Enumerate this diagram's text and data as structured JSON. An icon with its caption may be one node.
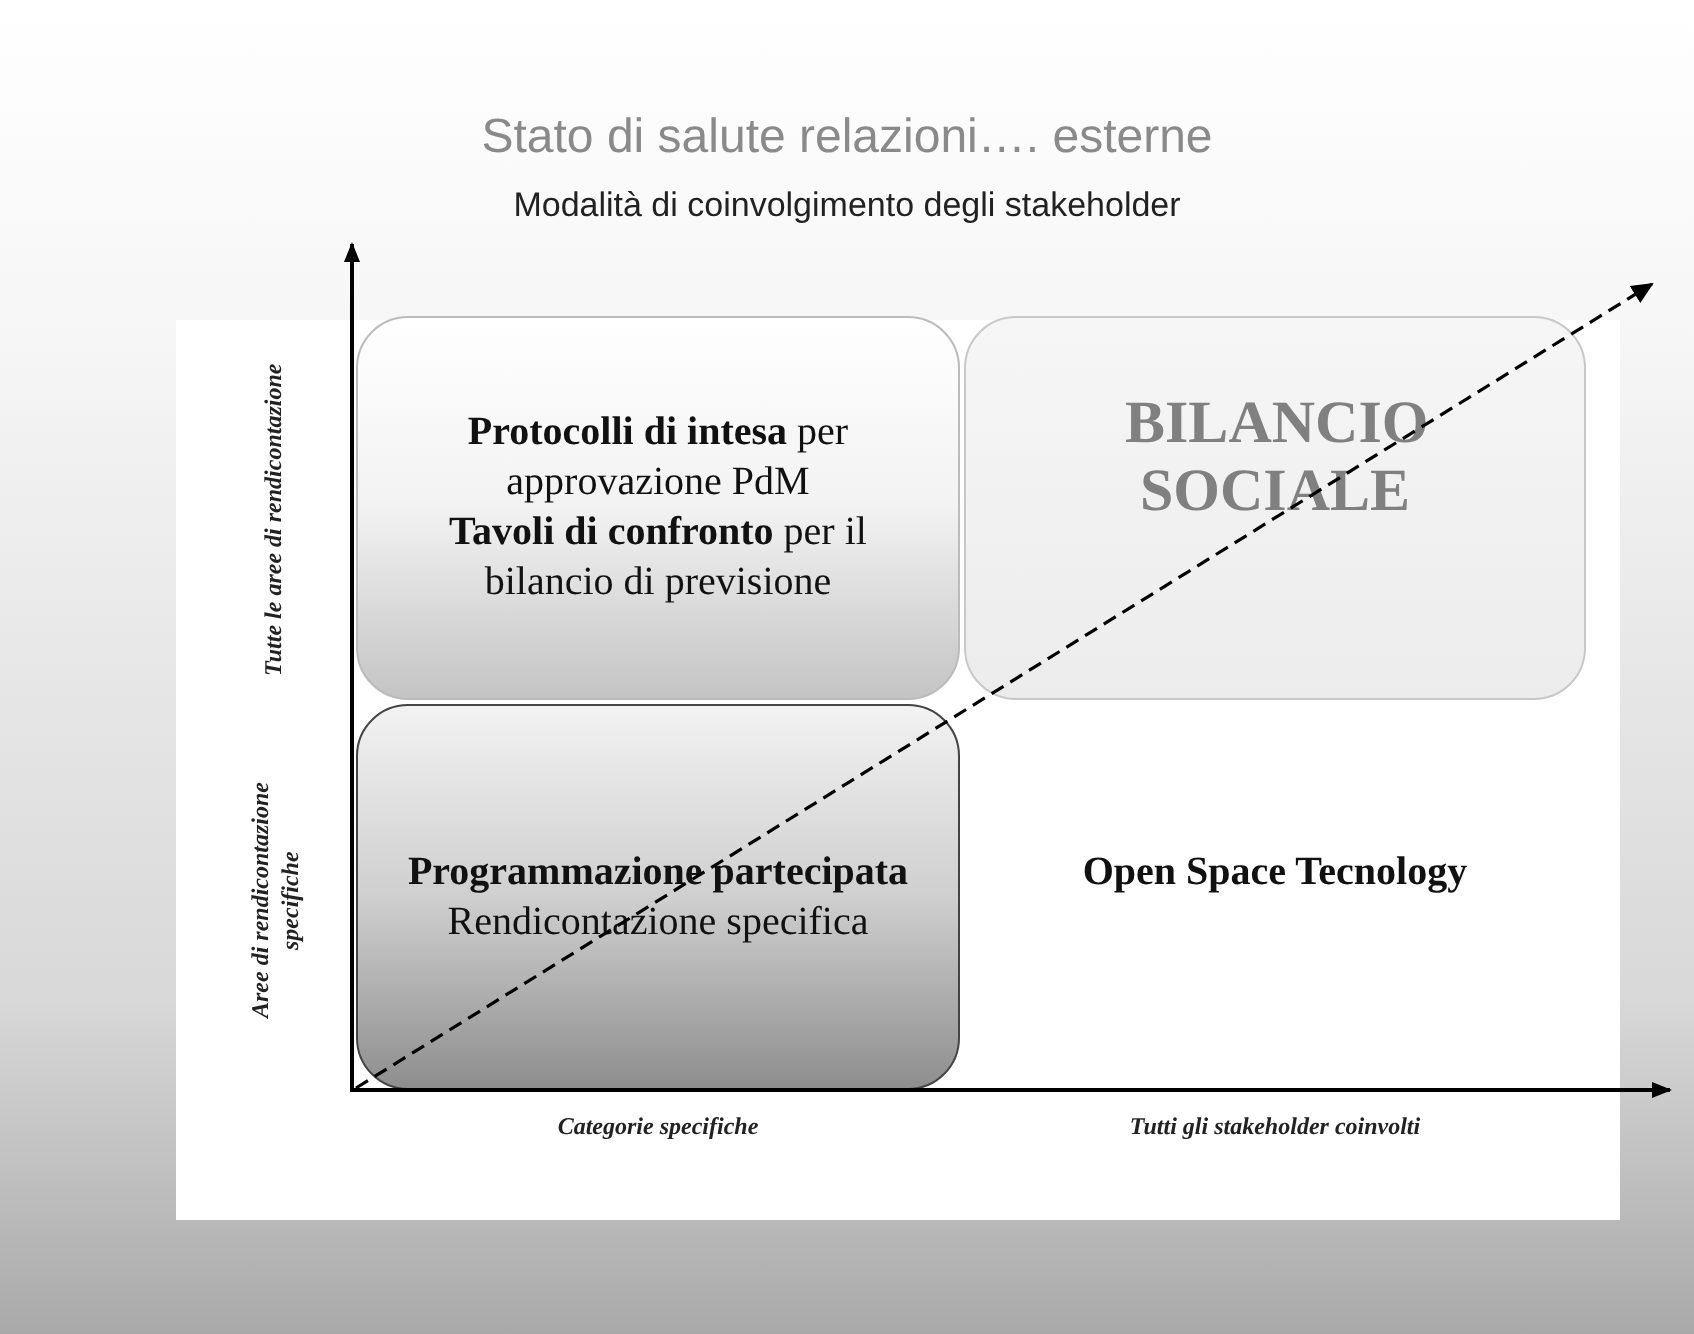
{
  "diagram": {
    "title": "Stato di salute relazioni…. esterne",
    "nodes": [
      {
        "text": [
          "**Protocolli di intesa** per approvazione PdM",
          "**Tavoli di confronto** per il bilancio di previsione"
        ]
      },
      {
        "text": [
          "BILANCIO SOCIALE"
        ]
      },
      {
        "text": [
          "**Programmazione partecipata** Rendicontazione specifica"
        ]
      },
      {
        "text": [
          "Open Space Tecnology"
        ]
      }
    ],
    "edges": [],
    "labels": [
      "Modalità di coinvolgimento degli stakeholder",
      "Tutte le aree di rendicontazione",
      "Aree di rendicontazione specifiche",
      "Categorie specifiche",
      "Tutti gli stakeholder coinvolti"
    ]
  }
}
